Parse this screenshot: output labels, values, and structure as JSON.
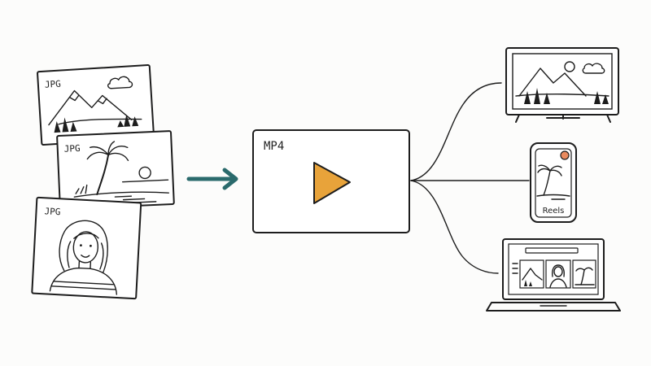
{
  "inputs": {
    "photo_1_label": "JPG",
    "photo_2_label": "JPG",
    "photo_3_label": "JPG"
  },
  "output": {
    "label": "MP4"
  },
  "targets": {
    "phone_label": "Reels"
  },
  "colors": {
    "arrow": "#2a6a6c",
    "play": "#e8a33a",
    "notification_dot": "#e98a5e",
    "ink": "#1d1d1d",
    "background": "#fcfcfb"
  },
  "icons": {
    "arrow": "arrow-right-icon",
    "play": "play-icon",
    "tv": "tv-icon",
    "phone": "smartphone-icon",
    "laptop": "laptop-icon"
  }
}
